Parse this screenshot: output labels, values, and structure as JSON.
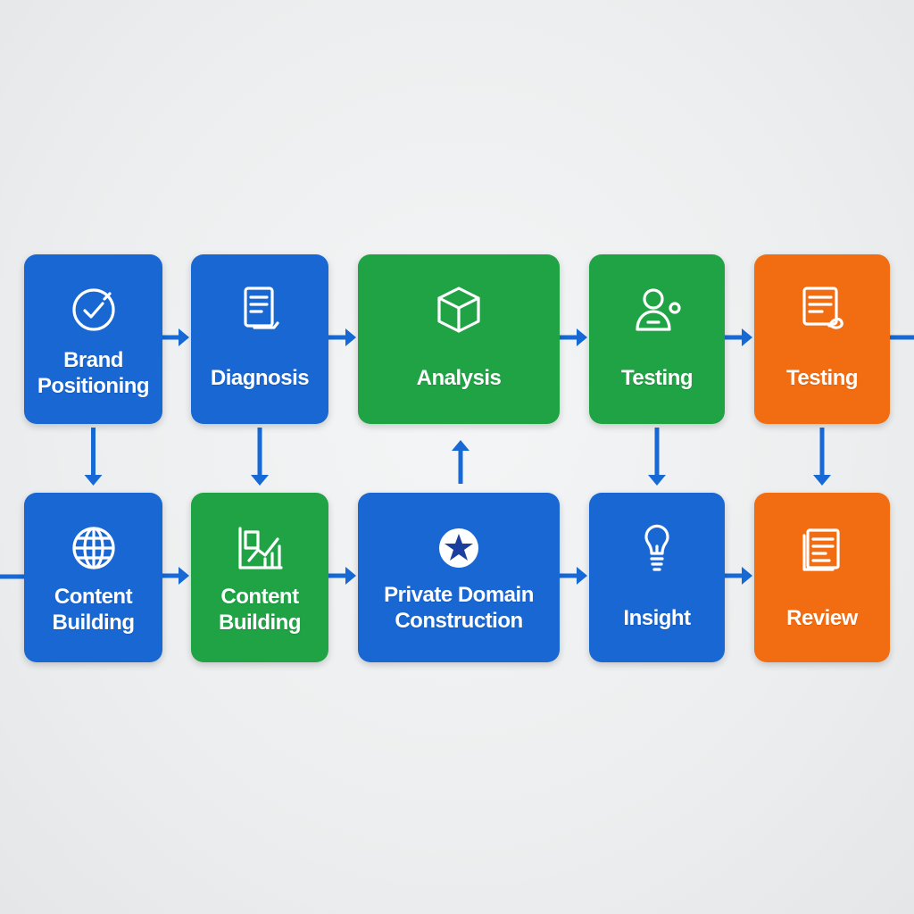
{
  "colors": {
    "blue": "#1867d2",
    "green": "#1fa344",
    "orange": "#f26c12",
    "arrow": "#1769d6"
  },
  "nodes": [
    {
      "id": "brand-positioning",
      "label_lines": [
        "Brand",
        "Positioning"
      ],
      "color": "blue",
      "icon": "check-badge-icon"
    },
    {
      "id": "diagnosis",
      "label_lines": [
        "Diagnosis"
      ],
      "color": "blue",
      "icon": "document-icon"
    },
    {
      "id": "analysis",
      "label_lines": [
        "Analysis"
      ],
      "color": "green",
      "icon": "cube-icon"
    },
    {
      "id": "testing-1",
      "label_lines": [
        "Testing"
      ],
      "color": "green",
      "icon": "user-icon"
    },
    {
      "id": "testing-2",
      "label_lines": [
        "Testing"
      ],
      "color": "orange",
      "icon": "clipboard-icon"
    },
    {
      "id": "content-building-1",
      "label_lines": [
        "Content",
        "Building"
      ],
      "color": "blue",
      "icon": "globe-icon"
    },
    {
      "id": "content-building-2",
      "label_lines": [
        "Content",
        "Building"
      ],
      "color": "green",
      "icon": "chart-icon"
    },
    {
      "id": "private-domain-construction",
      "label_lines": [
        "Private Domain",
        "Construction"
      ],
      "color": "blue",
      "icon": "star-badge-icon"
    },
    {
      "id": "insight",
      "label_lines": [
        "Insight"
      ],
      "color": "blue",
      "icon": "lightbulb-icon"
    },
    {
      "id": "review",
      "label_lines": [
        "Review"
      ],
      "color": "orange",
      "icon": "notes-icon"
    }
  ],
  "connections": [
    {
      "from": "brand-positioning",
      "to": "diagnosis"
    },
    {
      "from": "diagnosis",
      "to": "analysis"
    },
    {
      "from": "analysis",
      "to": "testing-1"
    },
    {
      "from": "testing-1",
      "to": "testing-2"
    },
    {
      "from": "brand-positioning",
      "to": "content-building-1"
    },
    {
      "from": "diagnosis",
      "to": "content-building-2"
    },
    {
      "from": "private-domain-construction",
      "to": "analysis"
    },
    {
      "from": "testing-1",
      "to": "insight"
    },
    {
      "from": "testing-2",
      "to": "review"
    },
    {
      "from": "content-building-1",
      "to": "content-building-2"
    },
    {
      "from": "content-building-2",
      "to": "private-domain-construction"
    },
    {
      "from": "private-domain-construction",
      "to": "insight"
    },
    {
      "from": "insight",
      "to": "review"
    }
  ]
}
